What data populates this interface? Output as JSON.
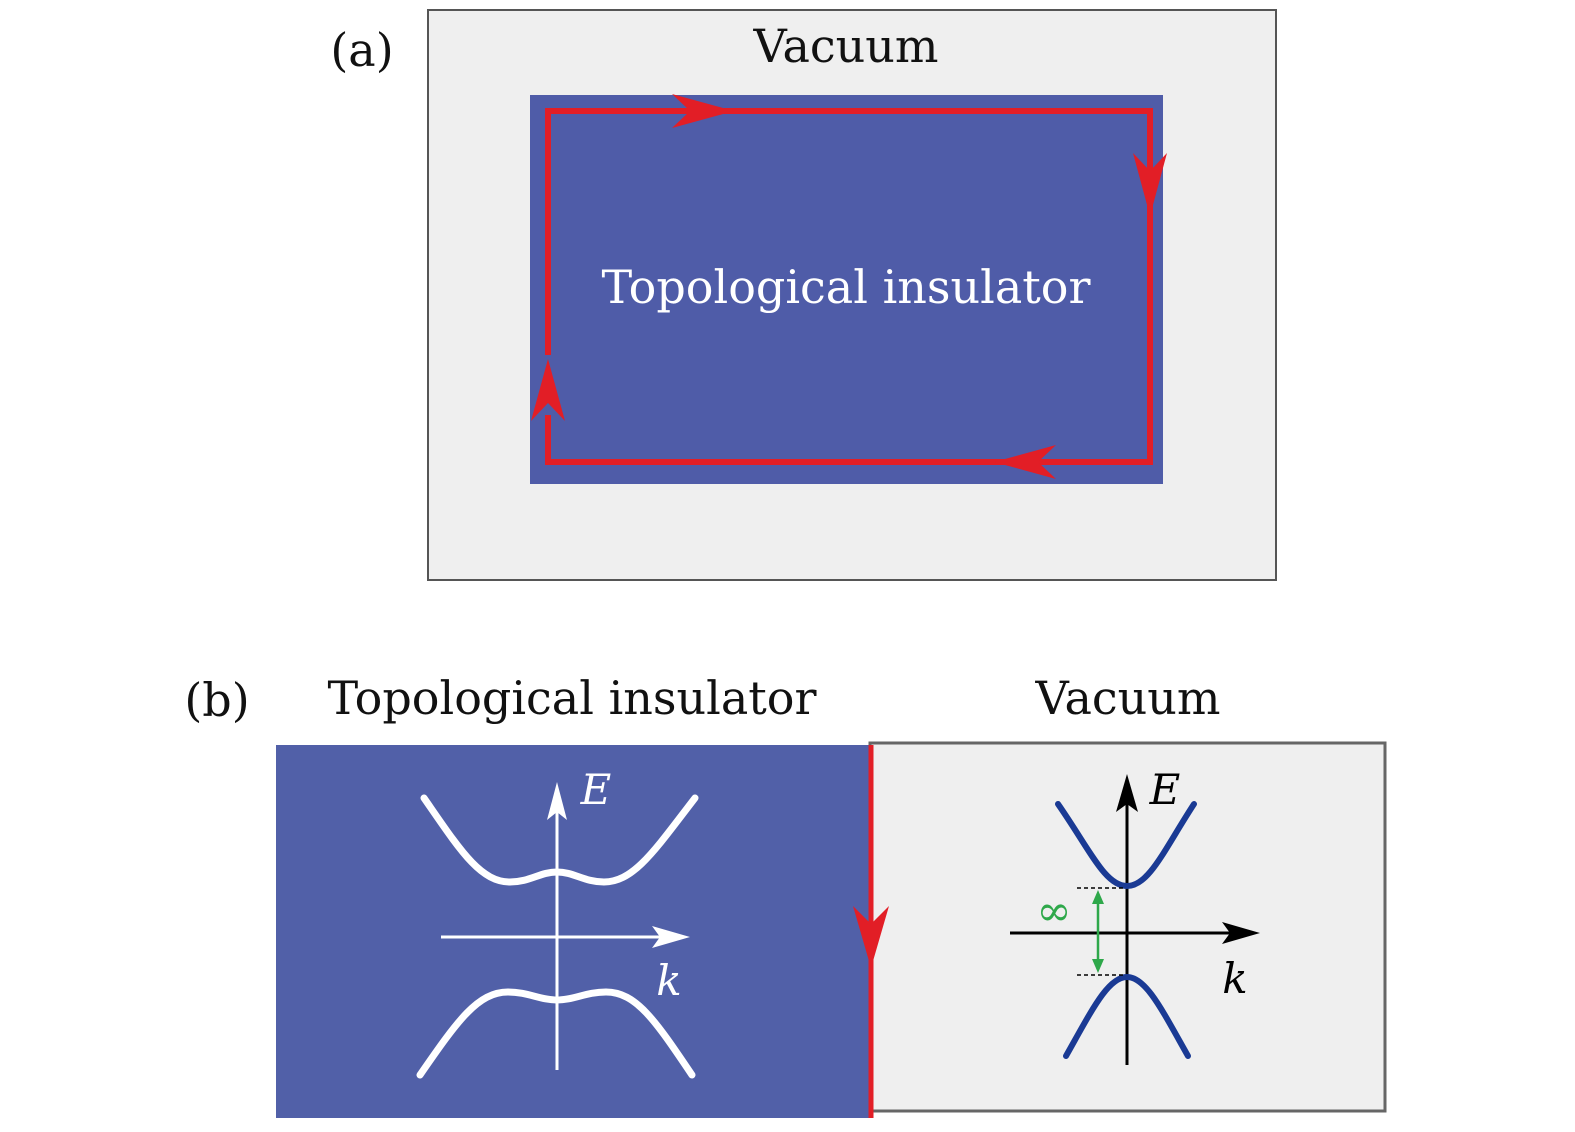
{
  "panel_a": {
    "label": "(a)",
    "outer_label": "Vacuum",
    "inner_label": "Topological insulator"
  },
  "panel_b": {
    "label": "(b)",
    "left_title": "Topological insulator",
    "right_title": "Vacuum",
    "left_plot": {
      "y_axis": "E",
      "x_axis": "k"
    },
    "right_plot": {
      "y_axis": "E",
      "x_axis": "k",
      "gap_symbol": "∞"
    }
  },
  "colors": {
    "insulator_fill": "#4f5ca8",
    "vacuum_fill": "#efefef",
    "edge_state": "#e21e26",
    "band_dark": "#1a3a94",
    "gap_arrow": "#2ea84a"
  }
}
